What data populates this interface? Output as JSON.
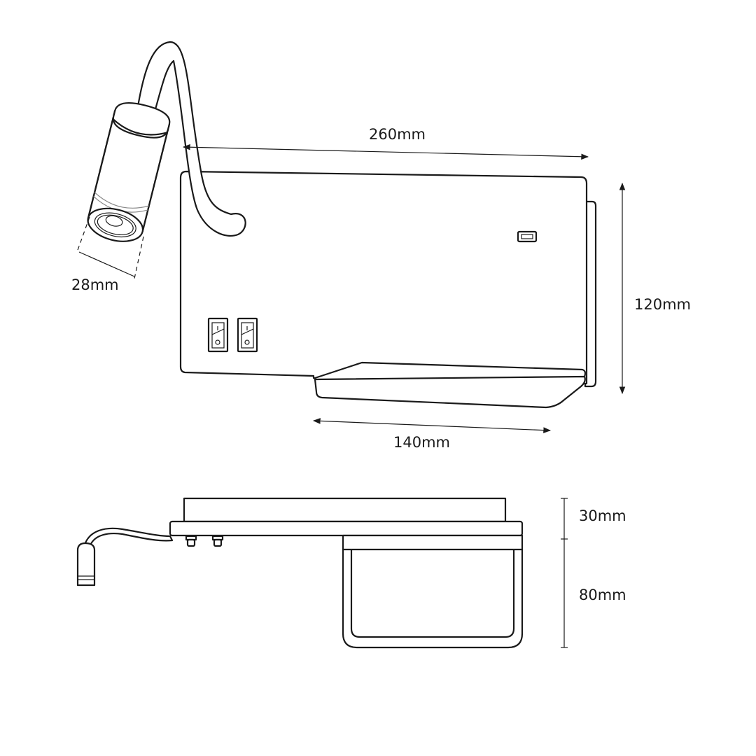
{
  "dimensions": {
    "width_total": "260mm",
    "height": "120mm",
    "shelf_width": "140mm",
    "lamp_diameter": "28mm",
    "plate_depth": "30mm",
    "shelf_depth": "80mm"
  },
  "colors": {
    "line": "#1a1a1a",
    "background": "#ffffff"
  }
}
